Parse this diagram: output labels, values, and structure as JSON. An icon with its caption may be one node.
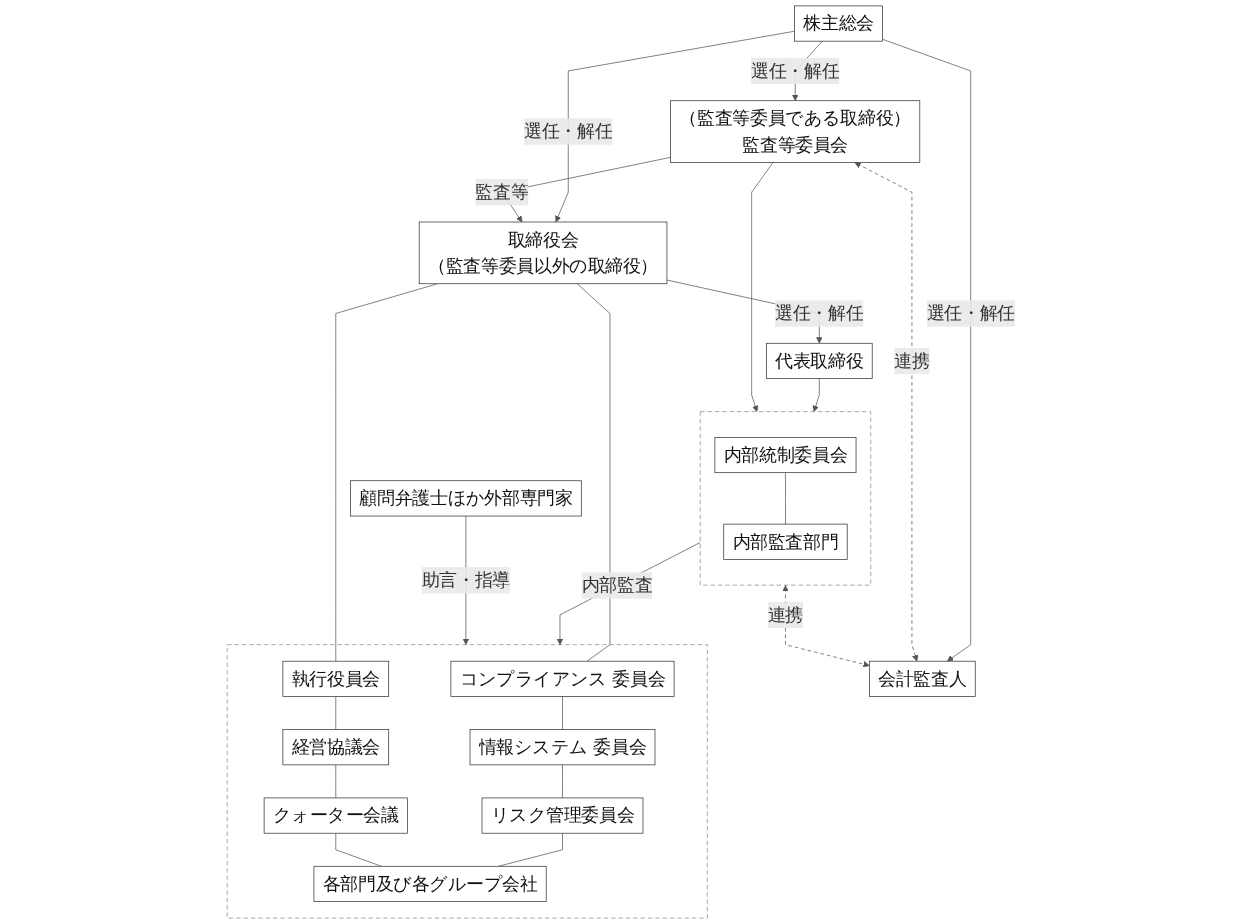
{
  "diagram": {
    "nodes": [
      {
        "text": [
          "株主総会"
        ]
      },
      {
        "text": [
          "取締役会",
          "（監査等委員以外の取締役）"
        ]
      },
      {
        "text": [
          "（監査等委員である取締役）",
          "監査等委員会"
        ]
      },
      {
        "text": [
          "会計監査人"
        ]
      },
      {
        "text": [
          "代表取締役"
        ]
      },
      {
        "text": [],
        "shape": "box"
      },
      {
        "text": [
          "コンプライアンス 委員会"
        ],
        "in": 5
      },
      {
        "text": [
          "執行役員会"
        ],
        "in": 5
      },
      {
        "text": [
          "情報システム 委員会"
        ],
        "in": 5
      },
      {
        "text": [
          "経営協議会"
        ],
        "in": 5
      },
      {
        "text": [
          "リスク管理委員会"
        ],
        "in": 5
      },
      {
        "text": [
          "クォーター会議"
        ],
        "in": 5
      },
      {
        "text": [
          "各部門及び各グループ会社"
        ],
        "in": 5
      },
      {
        "text": [],
        "shape": "box"
      },
      {
        "text": [
          "内部統制委員会"
        ],
        "in": 13
      },
      {
        "text": [
          "内部監査部門"
        ],
        "in": 13
      },
      {
        "text": [
          "顧問弁護士ほか外部専門家"
        ]
      }
    ],
    "edges": [
      {
        "from": 0,
        "to": 1,
        "arrow": "to",
        "label": "選任・解任"
      },
      {
        "from": 0,
        "to": 2,
        "arrow": "to",
        "label": "選任・解任"
      },
      {
        "from": 0,
        "to": 3,
        "arrow": "to",
        "label": "選任・解任"
      },
      {
        "from": 2,
        "to": 1,
        "arrow": "to",
        "label": "監査等"
      },
      {
        "from": 2,
        "to": 3,
        "arrow": "both",
        "label": "連携",
        "style": "dashed"
      },
      {
        "from": 1,
        "to": 4,
        "arrow": "to",
        "label": "選任・解任"
      },
      {
        "from": 1,
        "to": 6,
        "arrow": "none"
      },
      {
        "from": 1,
        "to": 7,
        "arrow": "none"
      },
      {
        "from": 6,
        "to": 8,
        "arrow": "none"
      },
      {
        "from": 8,
        "to": 10,
        "arrow": "none"
      },
      {
        "from": 10,
        "to": 12,
        "arrow": "none"
      },
      {
        "from": 7,
        "to": 9,
        "arrow": "none"
      },
      {
        "from": 9,
        "to": 11,
        "arrow": "none"
      },
      {
        "from": 11,
        "to": 12,
        "arrow": "none"
      },
      {
        "from": 4,
        "to": 13,
        "arrow": "to"
      },
      {
        "from": 2,
        "to": 13,
        "arrow": "to"
      },
      {
        "from": 13,
        "to": 3,
        "arrow": "both",
        "label": "連携",
        "style": "dashed"
      },
      {
        "from": 14,
        "to": 15,
        "arrow": "none"
      },
      {
        "from": 13,
        "to": 5,
        "arrow": "to",
        "label": "内部監査"
      },
      {
        "from": 16,
        "to": 5,
        "arrow": "to",
        "label": "助言・指導"
      }
    ]
  }
}
